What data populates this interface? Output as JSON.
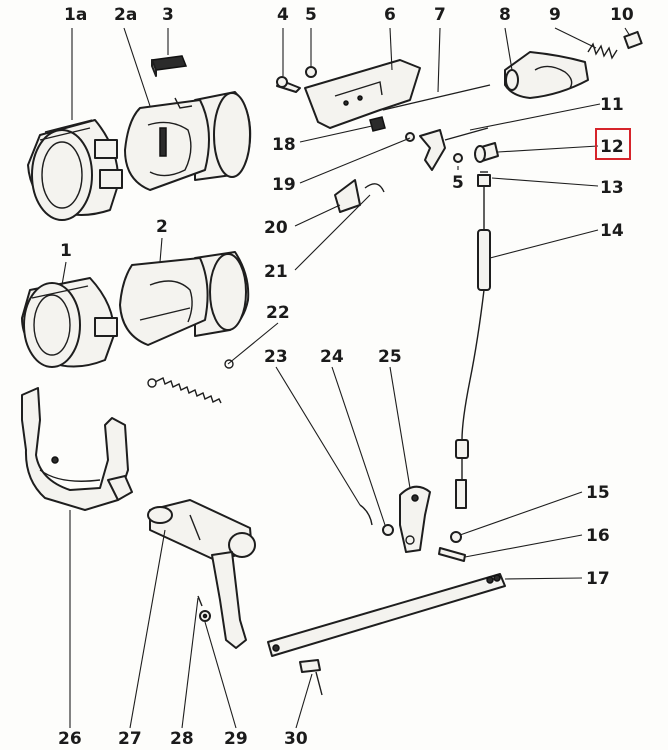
{
  "highlight": {
    "part": "12",
    "color": "#d6242a"
  },
  "parts": [
    {
      "id": "p1a",
      "label": "1a"
    },
    {
      "id": "p2a",
      "label": "2a"
    },
    {
      "id": "p3",
      "label": "3"
    },
    {
      "id": "p4",
      "label": "4"
    },
    {
      "id": "p5a",
      "label": "5"
    },
    {
      "id": "p6",
      "label": "6"
    },
    {
      "id": "p7",
      "label": "7"
    },
    {
      "id": "p8",
      "label": "8"
    },
    {
      "id": "p9",
      "label": "9"
    },
    {
      "id": "p10",
      "label": "10"
    },
    {
      "id": "p11",
      "label": "11"
    },
    {
      "id": "p12",
      "label": "12"
    },
    {
      "id": "p18",
      "label": "18"
    },
    {
      "id": "p19",
      "label": "19"
    },
    {
      "id": "p5b",
      "label": "5"
    },
    {
      "id": "p13",
      "label": "13"
    },
    {
      "id": "p14",
      "label": "14"
    },
    {
      "id": "p20",
      "label": "20"
    },
    {
      "id": "p21",
      "label": "21"
    },
    {
      "id": "p1",
      "label": "1"
    },
    {
      "id": "p2",
      "label": "2"
    },
    {
      "id": "p22",
      "label": "22"
    },
    {
      "id": "p23",
      "label": "23"
    },
    {
      "id": "p24",
      "label": "24"
    },
    {
      "id": "p25",
      "label": "25"
    },
    {
      "id": "p15",
      "label": "15"
    },
    {
      "id": "p16",
      "label": "16"
    },
    {
      "id": "p17",
      "label": "17"
    },
    {
      "id": "p26",
      "label": "26"
    },
    {
      "id": "p27",
      "label": "27"
    },
    {
      "id": "p28",
      "label": "28"
    },
    {
      "id": "p29",
      "label": "29"
    },
    {
      "id": "p30",
      "label": "30"
    }
  ]
}
